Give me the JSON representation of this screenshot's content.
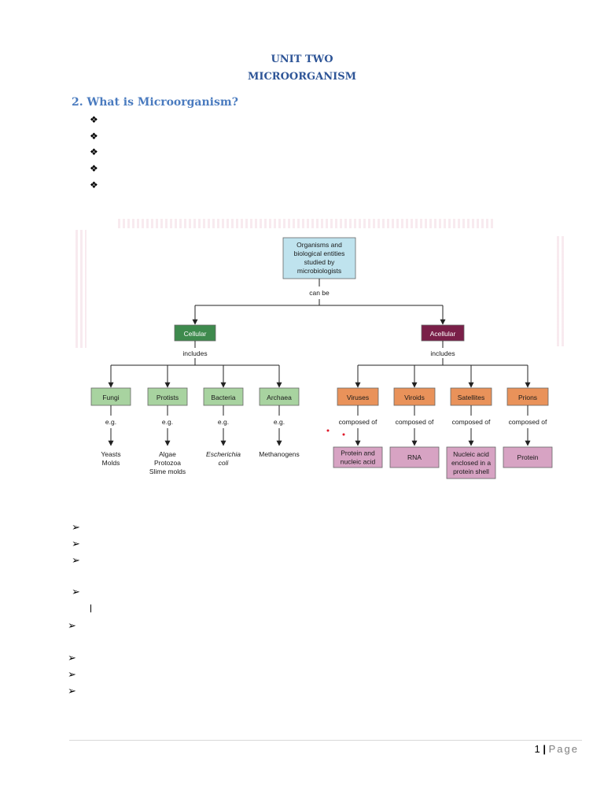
{
  "header": {
    "unit": "UNIT TWO",
    "title": "MICROORGANISM"
  },
  "section": {
    "heading": "2. What is Microorganism?"
  },
  "glyphs": {
    "diamond": "❖",
    "arrow": "➢",
    "separator": "|",
    "page_word": "Page"
  },
  "diagram": {
    "root": [
      "Organisms and",
      "biological entities",
      "studied by",
      "microbiologists"
    ],
    "root_edge": "can be",
    "cellular": {
      "label": "Cellular",
      "edge": "includes",
      "children": [
        {
          "label": "Fungi",
          "edge": "e.g.",
          "examples": [
            "Yeasts",
            "Molds"
          ],
          "italic": false
        },
        {
          "label": "Protists",
          "edge": "e.g.",
          "examples": [
            "Algae",
            "Protozoa",
            "Slime molds"
          ],
          "italic": false
        },
        {
          "label": "Bacteria",
          "edge": "e.g.",
          "examples": [
            "Escherichia",
            "coli"
          ],
          "italic": true
        },
        {
          "label": "Archaea",
          "edge": "e.g.",
          "examples": [
            "Methanogens"
          ],
          "italic": false
        }
      ]
    },
    "acellular": {
      "label": "Acellular",
      "edge": "includes",
      "children": [
        {
          "label": "Viruses",
          "edge": "composed of",
          "composition": [
            "Protein and",
            "nucleic acid"
          ]
        },
        {
          "label": "Viroids",
          "edge": "composed of",
          "composition": [
            "RNA"
          ]
        },
        {
          "label": "Satellites",
          "edge": "composed of",
          "composition": [
            "Nucleic acid",
            "enclosed in a",
            "protein shell"
          ]
        },
        {
          "label": "Prions",
          "edge": "composed of",
          "composition": [
            "Protein"
          ]
        }
      ]
    },
    "colors": {
      "root_fill": "#bfe3ee",
      "cellular_fill": "#3e8a4d",
      "acellular_fill": "#7a1f48",
      "cell_child_fill": "#a8d3a0",
      "acell_child_fill": "#e9925a",
      "composition_fill": "#d7a3c3"
    }
  },
  "footer": {
    "page_number": "1"
  }
}
